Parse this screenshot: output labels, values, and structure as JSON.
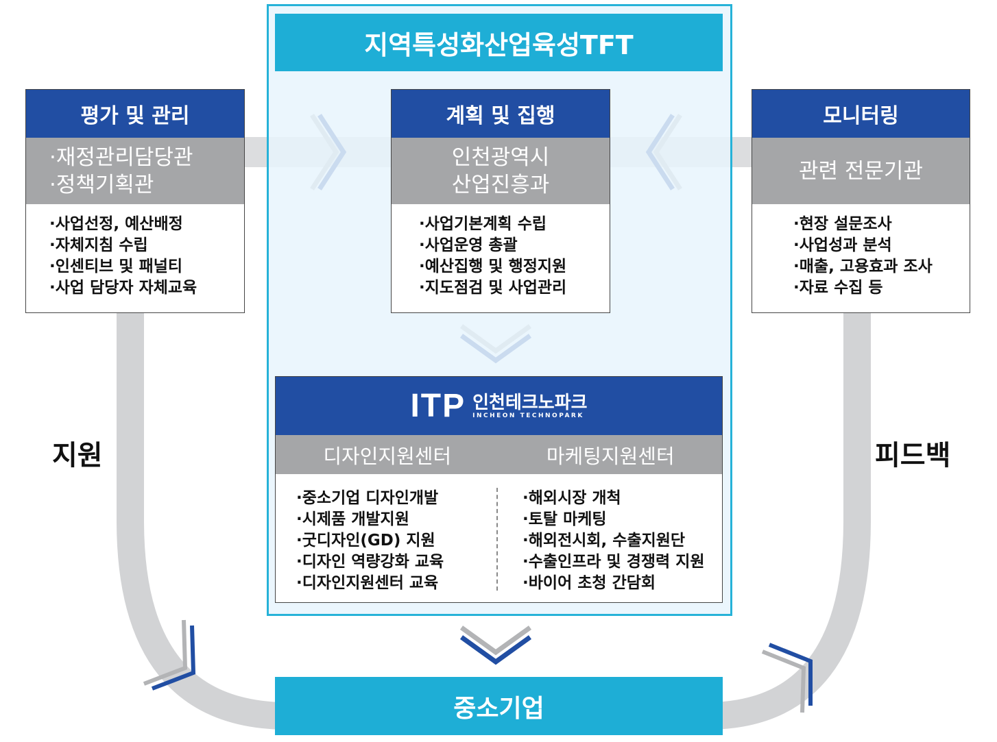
{
  "colors": {
    "cyan": "#1eaed6",
    "navy": "#214ea3",
    "gray_band": "#a5a6a8",
    "arc_gray": "#d2d3d5",
    "chevron_gray": "#b3b4b6",
    "panel_bg": "#e8f5fd"
  },
  "tft": {
    "title": "지역특성화산업육성TFT"
  },
  "roles": [
    {
      "header": "평가 및 관리",
      "org": [
        "·재정관리담당관",
        "·정책기획관"
      ],
      "tasks": [
        "사업선정, 예산배정",
        "자체지침 수립",
        "인센티브 및 패널티",
        "사업 담당자 자체교육"
      ]
    },
    {
      "header": "계획 및 집행",
      "org": [
        "인천광역시",
        "산업진흥과"
      ],
      "tasks": [
        "사업기본계획 수립",
        "사업운영 총괄",
        "예산집행 및 행정지원",
        "지도점검 및 사업관리"
      ]
    },
    {
      "header": "모니터링",
      "org": [
        "관련 전문기관"
      ],
      "tasks": [
        "현장 설문조사",
        "사업성과 분석",
        "매출, 고용효과 조사",
        "자료 수집 등"
      ]
    }
  ],
  "itp": {
    "logo_mark": "ITP",
    "logo_ko": "인천테크노파크",
    "logo_en": "INCHEON TECHNOPARK",
    "centers": [
      {
        "name": "디자인지원센터",
        "items": [
          "중소기업 디자인개발",
          "시제품 개발지원",
          "굿디자인(GD) 지원",
          "디자인 역량강화 교육",
          "디자인지원센터 교육"
        ]
      },
      {
        "name": "마케팅지원센터",
        "items": [
          "해외시장 개척",
          "토탈 마케팅",
          "해외전시회, 수출지원단",
          "수출인프라 및 경쟁력 지원",
          "바이어 초청 간담회"
        ]
      }
    ]
  },
  "flow": {
    "left_label": "지원",
    "right_label": "피드백",
    "target": "중소기업"
  }
}
